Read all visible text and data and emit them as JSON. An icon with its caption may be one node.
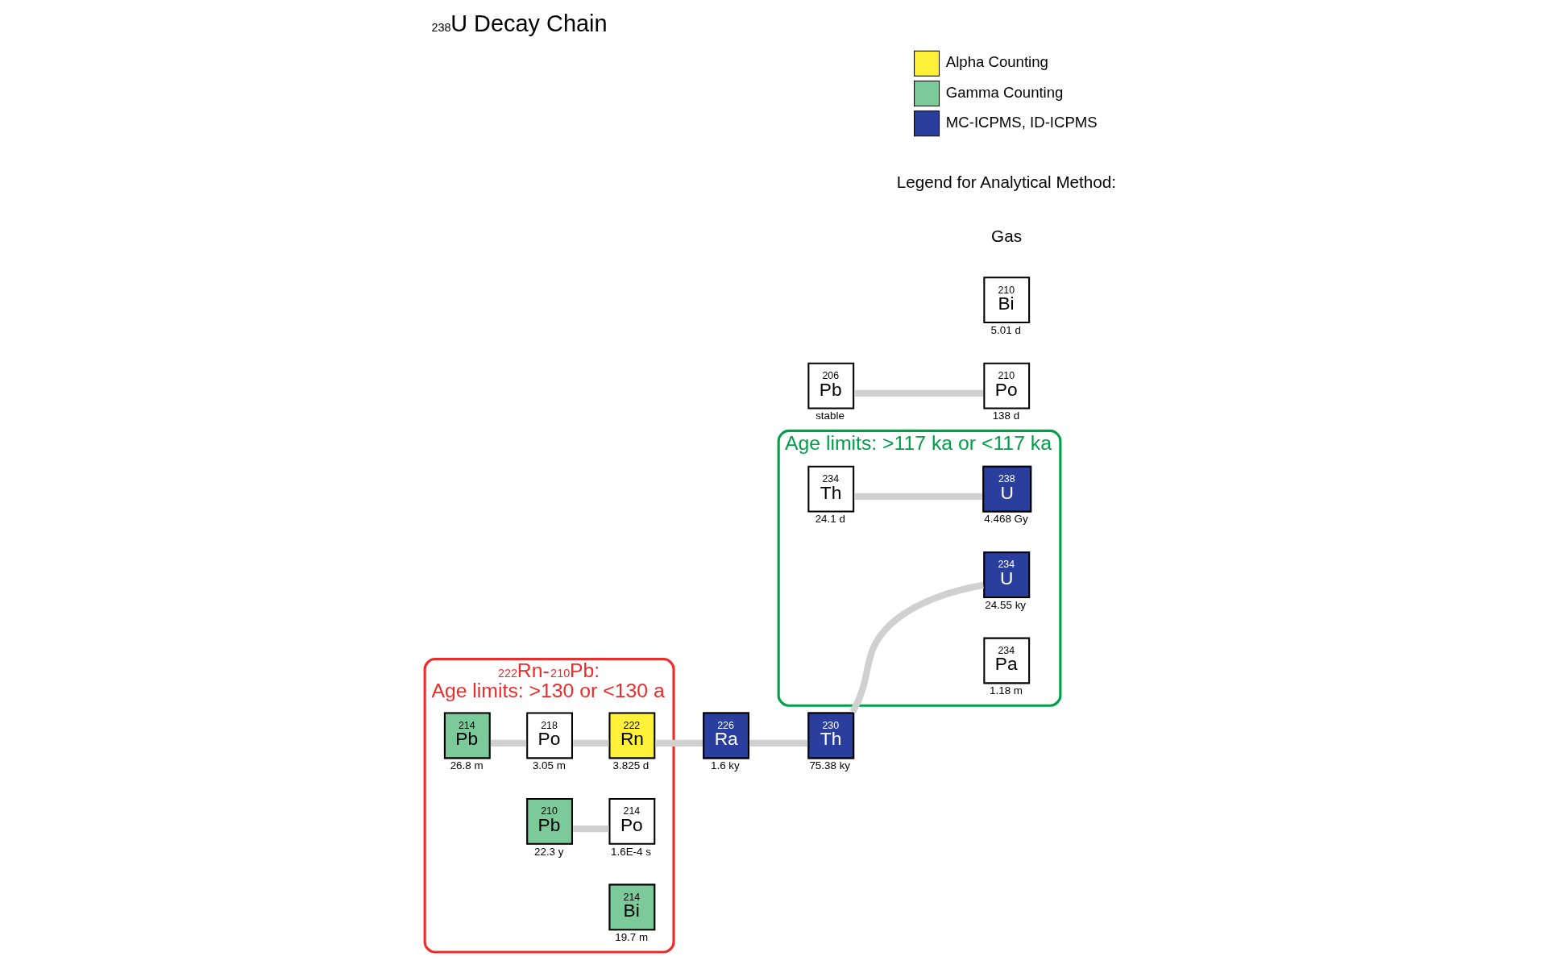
{
  "diagram": {
    "title": "$^{238}$U Decay Chain",
    "nodes": [
      {
        "text": [
          "Age limits: >117 ka or <117 ka"
        ]
      },
      {
        "text": [
          "234",
          "U"
        ],
        "beside": [
          "24.55 ky"
        ],
        "in": 0
      },
      {
        "text": [
          "238",
          "U"
        ],
        "beside": [
          "4.468 Gy"
        ],
        "in": 0
      },
      {
        "text": [
          "234",
          "Pa"
        ],
        "beside": [
          "1.18 m"
        ],
        "in": 0
      },
      {
        "text": [
          "234",
          "Th"
        ],
        "beside": [
          "24.1 d"
        ],
        "in": 0
      },
      {
        "text": [
          "230",
          "Th"
        ],
        "beside": [
          "75.38 ky"
        ]
      },
      {
        "text": [
          "$^{222}$Rn-$^{210}$Pb:",
          "Age limits: >130 or <130 a"
        ]
      },
      {
        "text": [
          "226",
          "Ra"
        ],
        "beside": [
          "1.6 ky"
        ]
      },
      {
        "text": [
          "222",
          "Rn"
        ],
        "beside": [
          "3.825 d"
        ],
        "in": 6
      },
      {
        "text": [
          "210",
          "Po"
        ],
        "beside": [
          "138 d"
        ]
      },
      {
        "text": [
          "214",
          "Po"
        ],
        "beside": [
          "1.6E-4 s"
        ],
        "in": 6
      },
      {
        "text": [
          "218",
          "Po"
        ],
        "beside": [
          "3.05 m"
        ],
        "in": 6
      },
      {
        "text": [
          "210",
          "Bi"
        ],
        "beside": [
          "5.01 d"
        ]
      },
      {
        "text": [
          "214",
          "Bi"
        ],
        "beside": [
          "19.7 m"
        ],
        "in": 6
      },
      {
        "text": [
          "206",
          "Pb"
        ],
        "beside": [
          "stable"
        ]
      },
      {
        "text": [
          "210",
          "Pb"
        ],
        "beside": [
          "22.3 y"
        ],
        "in": 6
      },
      {
        "text": [
          "214",
          "Pb"
        ],
        "beside": [
          "26.8 m"
        ],
        "in": 6
      }
    ],
    "edges": [
      {
        "from": 2,
        "to": 4,
        "arrow": "none"
      },
      {
        "from": 1,
        "to": 5,
        "arrow": "none"
      },
      {
        "from": 5,
        "to": 7,
        "arrow": "none"
      },
      {
        "from": 7,
        "to": 8,
        "arrow": "none"
      },
      {
        "from": 8,
        "to": 11,
        "arrow": "none"
      },
      {
        "from": 11,
        "to": 16,
        "arrow": "none"
      },
      {
        "from": 10,
        "to": 15,
        "arrow": "none"
      },
      {
        "from": 9,
        "to": 14,
        "arrow": "none"
      }
    ],
    "labels": [
      "Gas",
      "Legend for Analytical Method:"
    ],
    "legend": [
      {
        "text": "Alpha Counting",
        "color": "#fff03a"
      },
      {
        "text": "Gamma Counting",
        "color": "#7cc99a"
      },
      {
        "text": "MC-ICPMS, ID-ICPMS",
        "color": "#2a3f9d"
      }
    ]
  }
}
